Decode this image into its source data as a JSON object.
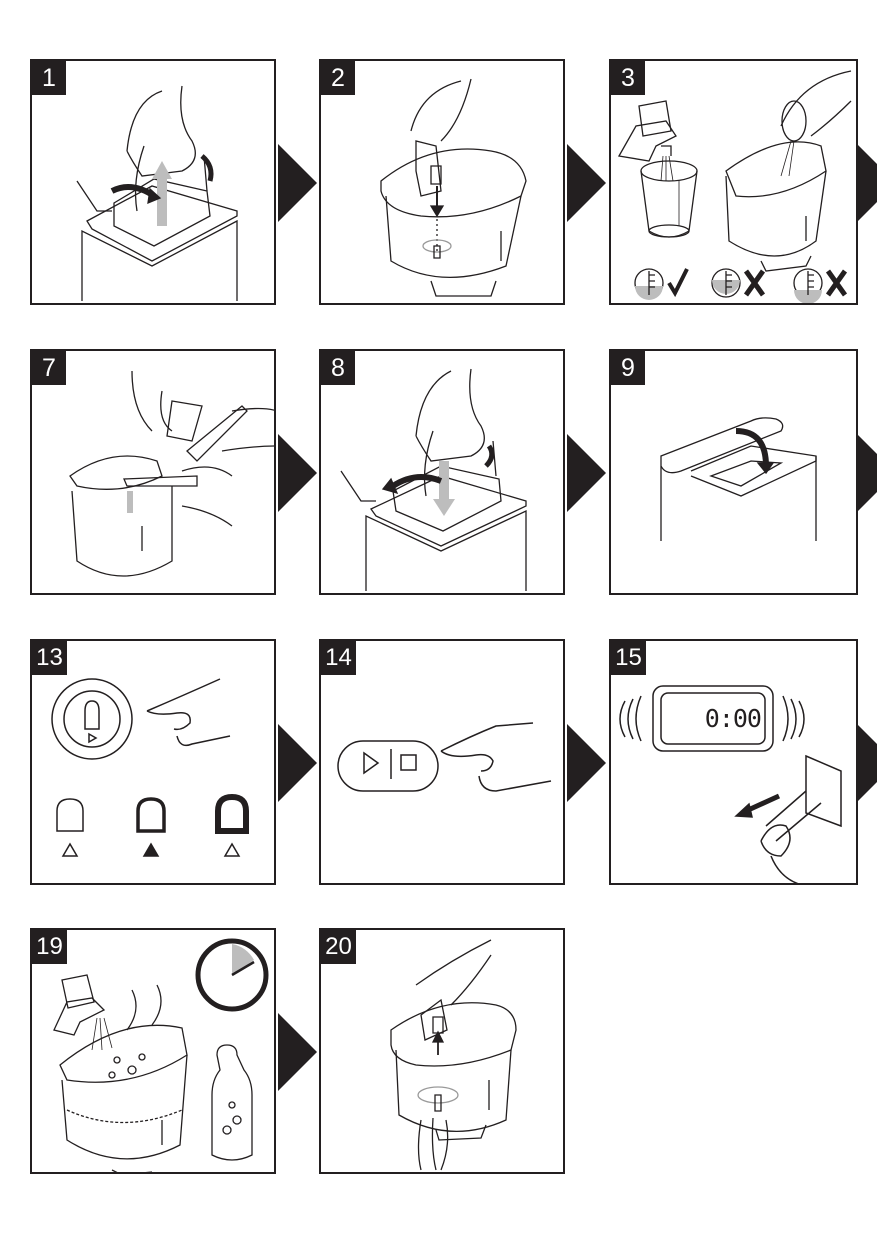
{
  "document": {
    "title": "Bread maker instruction illustrations",
    "steps": [
      {
        "number": "1",
        "description": "Lift bread pan out of the machine"
      },
      {
        "number": "2",
        "description": "Insert kneading paddle onto shaft"
      },
      {
        "number": "3",
        "description": "Add water and ingredients; check measuring level",
        "level_checks": [
          {
            "icon": "level-correct-icon",
            "mark": "✓",
            "status": "correct"
          },
          {
            "icon": "level-too-high-icon",
            "mark": "✗",
            "status": "incorrect"
          },
          {
            "icon": "level-too-low-icon",
            "mark": "✗",
            "status": "incorrect"
          }
        ]
      },
      {
        "number": "7",
        "description": "Add yeast with measuring spoon"
      },
      {
        "number": "8",
        "description": "Place bread pan into the machine"
      },
      {
        "number": "9",
        "description": "Close the lid"
      },
      {
        "number": "13",
        "description": "Select crust colour",
        "crust_options": [
          {
            "label": "light",
            "selected": false
          },
          {
            "label": "medium",
            "selected": true
          },
          {
            "label": "dark",
            "selected": false
          }
        ]
      },
      {
        "number": "14",
        "description": "Press start/stop button",
        "button_symbols": "▷ | □"
      },
      {
        "number": "15",
        "description": "Display reaches zero, unplug",
        "display": "0:00"
      },
      {
        "number": "19",
        "description": "Soak pan with warm soapy water"
      },
      {
        "number": "20",
        "description": "Remove kneading paddle"
      }
    ]
  },
  "colors": {
    "ink": "#231f20",
    "grey": "#bdbdbd",
    "background": "#ffffff"
  }
}
